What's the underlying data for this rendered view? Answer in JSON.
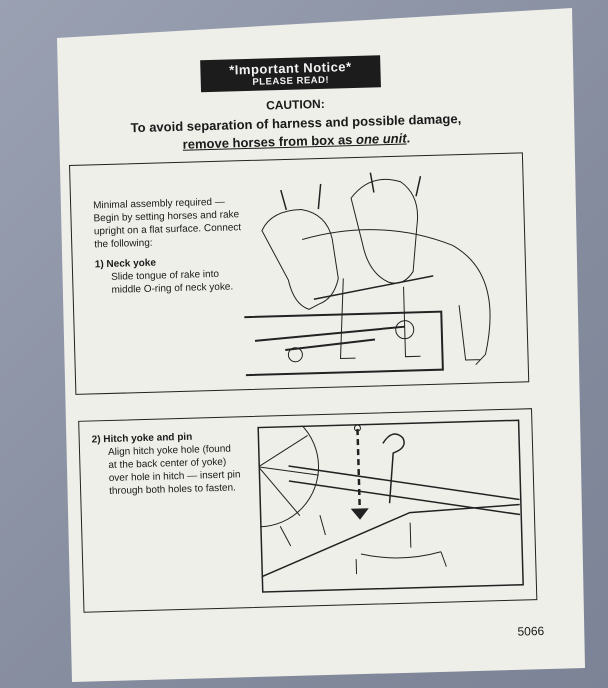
{
  "notice": {
    "title": "*Important Notice*",
    "subtitle": "PLEASE READ!"
  },
  "caution": {
    "heading": "CAUTION:",
    "line1": "To avoid separation of harness and possible damage,",
    "line2_prefix": "remove horses from box as ",
    "line2_emph": "one unit",
    "line2_suffix": "."
  },
  "step0": {
    "lines": [
      "Minimal assembly required —",
      "Begin by setting horses and rake",
      "upright on a flat surface. Connect",
      "the following:"
    ]
  },
  "step1": {
    "title": "1)  Neck yoke",
    "lines": [
      "Slide tongue of rake into",
      "middle O-ring of neck yoke."
    ]
  },
  "step2": {
    "title": "2)  Hitch yoke and pin",
    "lines": [
      "Align hitch yoke hole (found",
      "at the back center of yoke)",
      "over hole in hitch — insert pin",
      "through both holes to fasten."
    ]
  },
  "doc_number": "5066"
}
